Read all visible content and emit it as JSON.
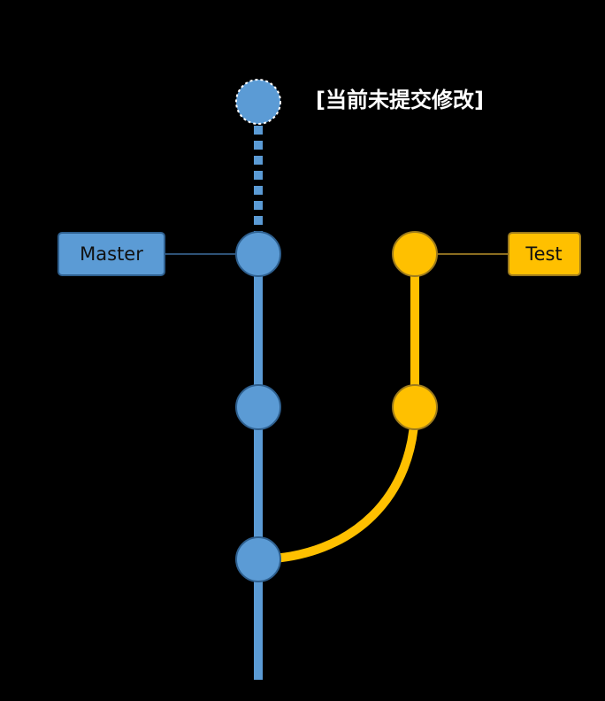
{
  "colors": {
    "background": "#000000",
    "master": "#5B9BD5",
    "master_stroke": "#2E5F8E",
    "test": "#FFC000",
    "test_stroke": "#9C7A1C",
    "note_text": "#FFFFFF",
    "label_text": "#111111"
  },
  "uncommitted_note": "[当前未提交修改]",
  "branches": {
    "master": {
      "label": "Master"
    },
    "test": {
      "label": "Test"
    }
  }
}
